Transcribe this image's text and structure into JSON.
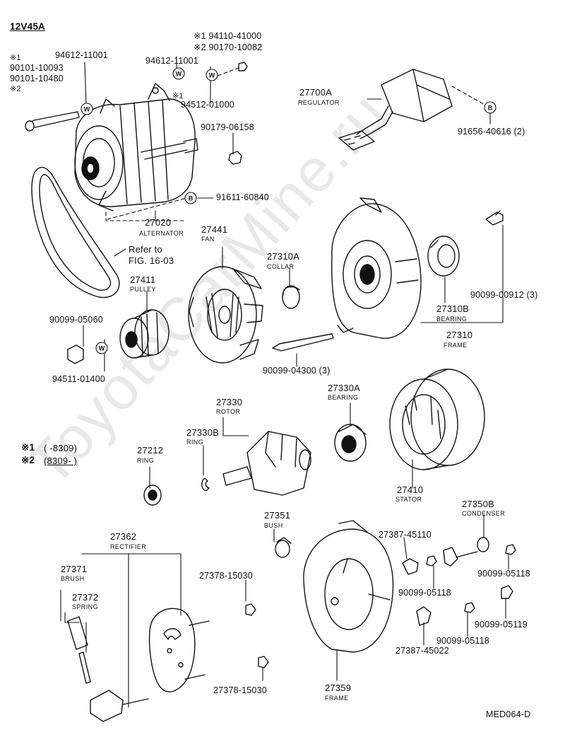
{
  "header": {
    "model_code": "12V45A"
  },
  "notes": {
    "n1_mark": "※1",
    "n1_range": "(        -8309)",
    "n2_mark": "※2",
    "n2_range": "(8309-          )"
  },
  "footer": {
    "diagram_code": "MED064-D"
  },
  "watermark": "ToyotaCarMine.ru",
  "parts": {
    "p94110": "※1 94110-41000",
    "p90170": "※2 90170-10082",
    "p94612a": "94612-11001",
    "p94612b": "94612-11001",
    "mark1a": "※1",
    "p90101a": "90101-10093",
    "p90101b": "90101-10480",
    "mark2a": "※2",
    "mark1b": "※1",
    "p94512": "94512-01000",
    "p90179": "90179-06158",
    "p91611": "91611-60840",
    "p27020": "27020",
    "p27020_name": "ALTERNATOR",
    "p27441": "27441",
    "p27441_name": "FAN",
    "refer": "Refer to",
    "refer_fig": "FIG. 16-03",
    "p27411": "27411",
    "p27411_name": "PULLEY",
    "p90099_05060": "90099-05060",
    "p94511": "94511-01400",
    "p27700A": "27700A",
    "p27700A_name": "REGULATOR",
    "p91656": "91656-40616 (2)",
    "p27310A": "27310A",
    "p27310A_name": "COLLAR",
    "p27310B": "27310B",
    "p27310B_name": "BEARING",
    "p90099_00912": "90099-00912 (3)",
    "p27310": "27310",
    "p27310_name": "FRAME",
    "p90099_04300": "90099-04300 (3)",
    "p27330": "27330",
    "p27330_name": "ROTOR",
    "p27330B": "27330B",
    "p27330B_name": "RING",
    "p27330A": "27330A",
    "p27330A_name": "BEARING",
    "p27212": "27212",
    "p27212_name": "RING",
    "p27410": "27410",
    "p27410_name": "STATOR",
    "p27350B": "27350B",
    "p27350B_name": "CONDENSER",
    "p27351": "27351",
    "p27351_name": "BUSH",
    "p27362": "27362",
    "p27362_name": "RECTIFIER",
    "p27371": "27371",
    "p27371_name": "BRUSH",
    "p27372": "27372",
    "p27372_name": "SPRING",
    "p27378a": "27378-15030",
    "p27378b": "27378-15030",
    "p27387a": "27387-45110",
    "p27387b": "27387-45022",
    "p90099_05118a": "90099-05118",
    "p90099_05118b": "90099-05118",
    "p90099_05118c": "90099-05118",
    "p90099_05119": "90099-05119",
    "p27359": "27359",
    "p27359_name": "FRAME"
  },
  "icons": {
    "washer_mark": "W",
    "bolt_mark": "B"
  }
}
